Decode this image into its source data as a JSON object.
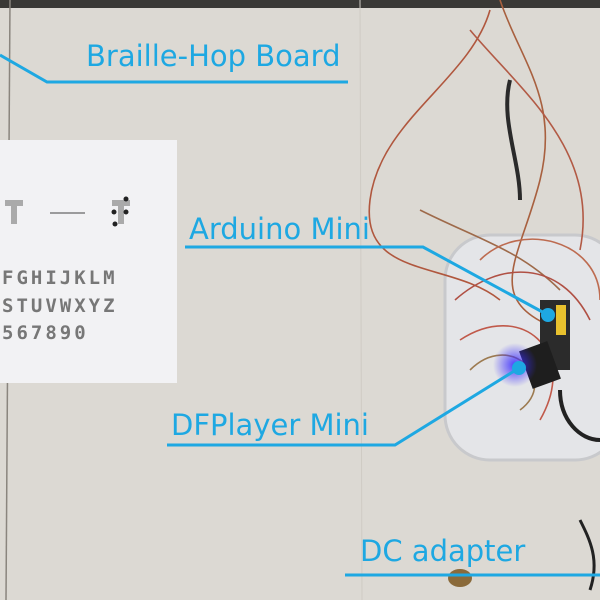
{
  "labels": {
    "board": "Braille-Hop Board",
    "arduino": "Arduino Mini",
    "dfplayer": "DFPlayer Mini",
    "adapter": "DC adapter"
  },
  "sheet": {
    "row1": "FGHIJKLM",
    "row2": "STUVWXYZ",
    "row3": "567890"
  },
  "colors": {
    "annotation": "#1ea8e2",
    "background": "#dcd9d3"
  }
}
